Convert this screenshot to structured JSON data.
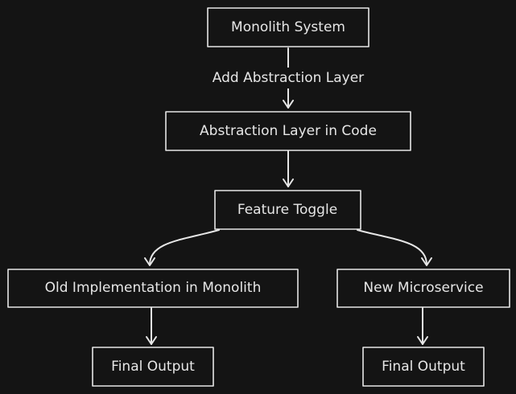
{
  "diagram": {
    "colors": {
      "background": "#141414",
      "stroke": "#e6e6e6",
      "text": "#e6e6e6"
    },
    "nodes": [
      {
        "id": "monolith",
        "label": "Monolith System"
      },
      {
        "id": "abstraction",
        "label": "Abstraction Layer in Code"
      },
      {
        "id": "toggle",
        "label": "Feature Toggle"
      },
      {
        "id": "old_impl",
        "label": "Old Implementation in Monolith"
      },
      {
        "id": "microservice",
        "label": "New Microservice"
      },
      {
        "id": "final_left",
        "label": "Final Output"
      },
      {
        "id": "final_right",
        "label": "Final Output"
      }
    ],
    "edges": [
      {
        "from": "monolith",
        "to": "abstraction",
        "label": "Add Abstraction Layer"
      },
      {
        "from": "abstraction",
        "to": "toggle",
        "label": ""
      },
      {
        "from": "toggle",
        "to": "old_impl",
        "label": ""
      },
      {
        "from": "toggle",
        "to": "microservice",
        "label": ""
      },
      {
        "from": "old_impl",
        "to": "final_left",
        "label": ""
      },
      {
        "from": "microservice",
        "to": "final_right",
        "label": ""
      }
    ]
  }
}
